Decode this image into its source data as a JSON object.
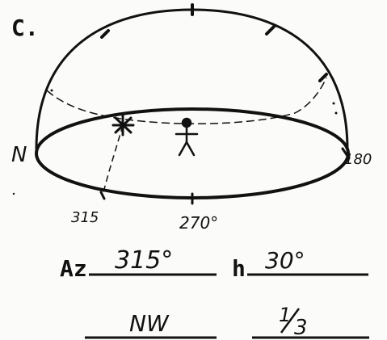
{
  "panel": {
    "letter": "C."
  },
  "diagram": {
    "north_label": "N",
    "azimuth_marks": [
      "315",
      "270°",
      "180"
    ],
    "observer_icon": "stick-figure-icon",
    "star_icon": "star-cross-icon"
  },
  "worksheet": {
    "az_label": "Az",
    "az_value": "315°",
    "h_label": "h",
    "h_value": "30°",
    "direction_value": "NW",
    "fraction_numerator": "1",
    "fraction_denominator": "3"
  },
  "colors": {
    "ink": "#111111",
    "paper": "#fbfbf9"
  }
}
